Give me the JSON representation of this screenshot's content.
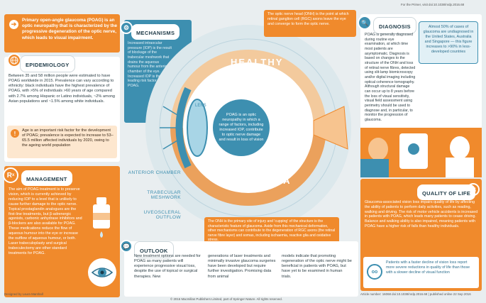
{
  "intro": {
    "text": "Primary open-angle glaucoma (POAG) is an optic neuropathy that is characterized by the progressive degeneration of the optic nerve, which leads to visual impairment."
  },
  "epidemiology": {
    "title": "EPIDEMIOLOGY",
    "body": "Between 35 and 58 million people were estimated to have POAG worldwide in 2015. Prevalence can vary according to ethnicity: black individuals have the highest prevalence of POAG, with >5% of individuals >60 years of age compared with 2.7% among Hispanic or Latino individuals, ~2% among Asian populations and ~1.5% among white individuals.",
    "note": "Age is an important risk factor for the development of POAG; prevalence is expected to increase to 53–65.5 million affected individuals by 2020, owing to the ageing world population"
  },
  "mechanisms": {
    "title": "MECHANISMS",
    "body": "Increased intraocular pressure (IOP) is the result of blockage of the trabecular meshwork that drains the aqueous humour from the anterior chamber of the eye. Increased IOP is the leading risk factor for POAG."
  },
  "optic_nerve": {
    "text": "The optic nerve head (ONH) is the point at which retinal ganglion cell (RGC) axons leave the eye and converge to form the optic nerve."
  },
  "center": {
    "title_top": "HEALTHY",
    "title_bottom": "GLAUCOMA",
    "lens": "LENS",
    "bubble": "POAG is an optic neuropathy in which a range of factors, including increased IOP, contribute to optic nerve damage and result in loss of vision",
    "labels": [
      "ANTERIOR CHAMBER",
      "TRABECULAR MESHWORK",
      "UVEOSCLERAL OUTFLOW"
    ]
  },
  "onh_damage": {
    "text": "The ONH is the primary site of injury and 'cupping' of the structure is the characteristic feature of glaucoma. Aside from this mechanical deformation, other mechanisms can contribute to the degeneration of RGC axons (the retinal nerve fibre layer) and somas, including ischaemia, reactive glia and oxidative stress."
  },
  "diagnosis": {
    "title": "DIAGNOSIS",
    "body": "POAG is generally diagnosed during routine eye examination, at which time most patients are asymptomatic. Diagnosis is based on changes to the structure of the ONH and loss of retinal nerve fibres, detected using slit-lamp biomicroscopy and/or digital imaging including optical coherence tomography. Although structural damage can occur up to 8 years before the loss of visual sensitivity, visual field assessment using perimetry should be used to diagnose and, in particular, to monitor the progression of glaucoma.",
    "callout": "Almost 50% of cases of glaucoma are undiagnosed in the United States, Australia and Singapore — this figure increases to >90% in less-developed countries"
  },
  "management": {
    "title": "MANAGEMENT",
    "body": "The aim of POAG treatment is to preserve vision, which is currently achieved by reducing IOP to a level that is unlikely to cause further damage to the optic nerve. Topical prostaglandin analogues are the first-line treatments, but β-adrenergic agonists, carbonic anhydrase inhibitors and β-blockers are also available for POAG. These medications reduce the flow of aqueous humour into the eye or increase the outflow of aqueous humour, or both. Laser trabeculoplasty and surgical trabeculectomy are other standard treatments for POAG."
  },
  "outlook": {
    "title": "OUTLOOK",
    "col1": "New treatment options are needed for POAG as many patients will experience progressive visual loss, despite the use of topical or surgical therapies. New",
    "col2": "generations of laser treatments and minimally invasive glaucoma surgeries have been developed but require further investigation. Promising data from animal",
    "col3": "models indicate that promoting regeneration of the optic nerve might be beneficial in patients with POAG, but have yet to be examined in human trials."
  },
  "quality_of_life": {
    "title": "QUALITY OF LIFE",
    "body": "Glaucoma-associated vision loss impairs quality of life by affecting the ability of patients to perform daily activities, such as reading, walking and driving. The risk of motor vehicle accidents is increased in patients with POAG, which leads many patients to cease driving. Balance and walking ability is also impaired, meaning patients with POAG have a higher risk of falls than healthy individuals.",
    "note": "Patients with a faster decline of vision loss report more severe reductions in quality of life than those with a slower decline of visual function"
  },
  "footer": {
    "designer": "Designed by Laura Marshall",
    "copyright": "© 2016 Macmillan Publishers Limited, part of Springer Nature. All rights reserved.",
    "article": "Article number: 16068 doi:10.1038/nrdp.2016.68 | published online 22 Sep 2016",
    "primer": "For the Primer, visit doi:10.1038/nrdp.2016.68"
  },
  "colors": {
    "orange": "#f08a2c",
    "blue": "#3d8fb0",
    "teal": "#2d6f8e",
    "peach": "#f7c48f"
  }
}
